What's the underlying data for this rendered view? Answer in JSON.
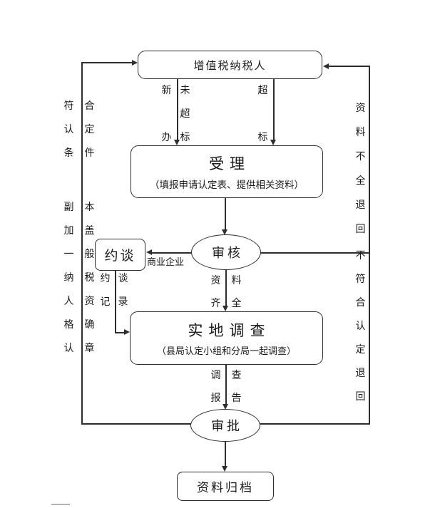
{
  "page": {
    "background": "#ffffff",
    "line_color": "#2e2e2e"
  },
  "nodes": {
    "taxpayer": {
      "label": "增值税纳税人"
    },
    "accept": {
      "title": "受理",
      "subtitle": "（填报申请认定表、提供相关资料）"
    },
    "interview": {
      "label": "约谈"
    },
    "review": {
      "label": "审核"
    },
    "investigation": {
      "title": "实地调查",
      "subtitle": "（县局认定小组和分局一起调查）"
    },
    "approval": {
      "label": "审批"
    },
    "archive": {
      "label": "资料归档"
    }
  },
  "edge_labels": {
    "new_establish": "新办",
    "not_exceed_standard": "未超标",
    "exceed_standard": "超标",
    "commercial_enterprise": "商业企业",
    "interview_record": "约谈记录",
    "materials_complete": "资料齐全",
    "investigation_report": "调查报告"
  },
  "side_notes": {
    "left_meet_conditions": "符合认定条件",
    "left_stamp_copy": "副本加盖一般纳税人资格确认章",
    "right_materials_incomplete_return": "资料不全退回",
    "right_not_qualified_return": "不符合认定退回"
  }
}
